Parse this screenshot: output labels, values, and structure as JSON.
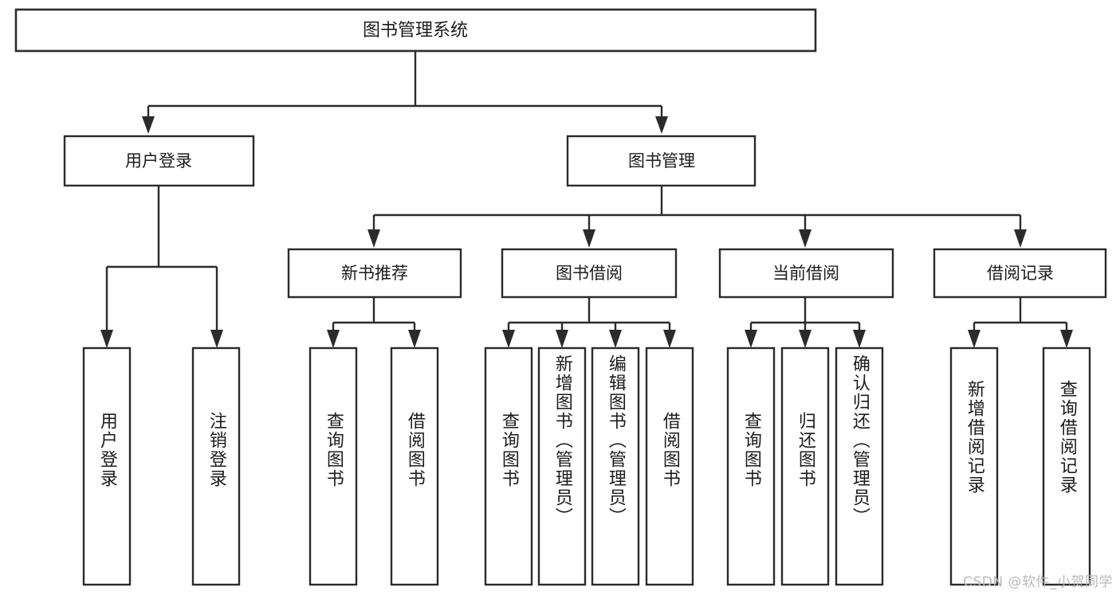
{
  "diagram": {
    "type": "tree",
    "title": "图书管理系统",
    "watermark": "CSDN @软件_小贺同学",
    "colors": {
      "box_stroke": "#2b2b2b",
      "box_fill": "#ffffff",
      "text": "#1c1c1c",
      "connector": "#2b2b2b",
      "watermark": "#b9b9b9",
      "background": "#ffffff"
    },
    "root": {
      "label": "图书管理系统"
    },
    "level2": [
      {
        "label": "用户登录"
      },
      {
        "label": "图书管理"
      }
    ],
    "level3": [
      {
        "label": "新书推荐"
      },
      {
        "label": "图书借阅"
      },
      {
        "label": "当前借阅"
      },
      {
        "label": "借阅记录"
      }
    ],
    "leaves": {
      "user_login": [
        {
          "label": "用户登录"
        },
        {
          "label": "注销登录"
        }
      ],
      "new_book_recommend": [
        {
          "label": "查询图书"
        },
        {
          "label": "借阅图书"
        }
      ],
      "book_borrow": [
        {
          "label": "查询图书"
        },
        {
          "label": "新增图书（管理员）"
        },
        {
          "label": "编辑图书（管理员）"
        },
        {
          "label": "借阅图书"
        }
      ],
      "current_borrow": [
        {
          "label": "查询图书"
        },
        {
          "label": "归还图书"
        },
        {
          "label": "确认归还（管理员）"
        }
      ],
      "borrow_record": [
        {
          "label": "新增借阅记录"
        },
        {
          "label": "查询借阅记录"
        }
      ]
    }
  }
}
